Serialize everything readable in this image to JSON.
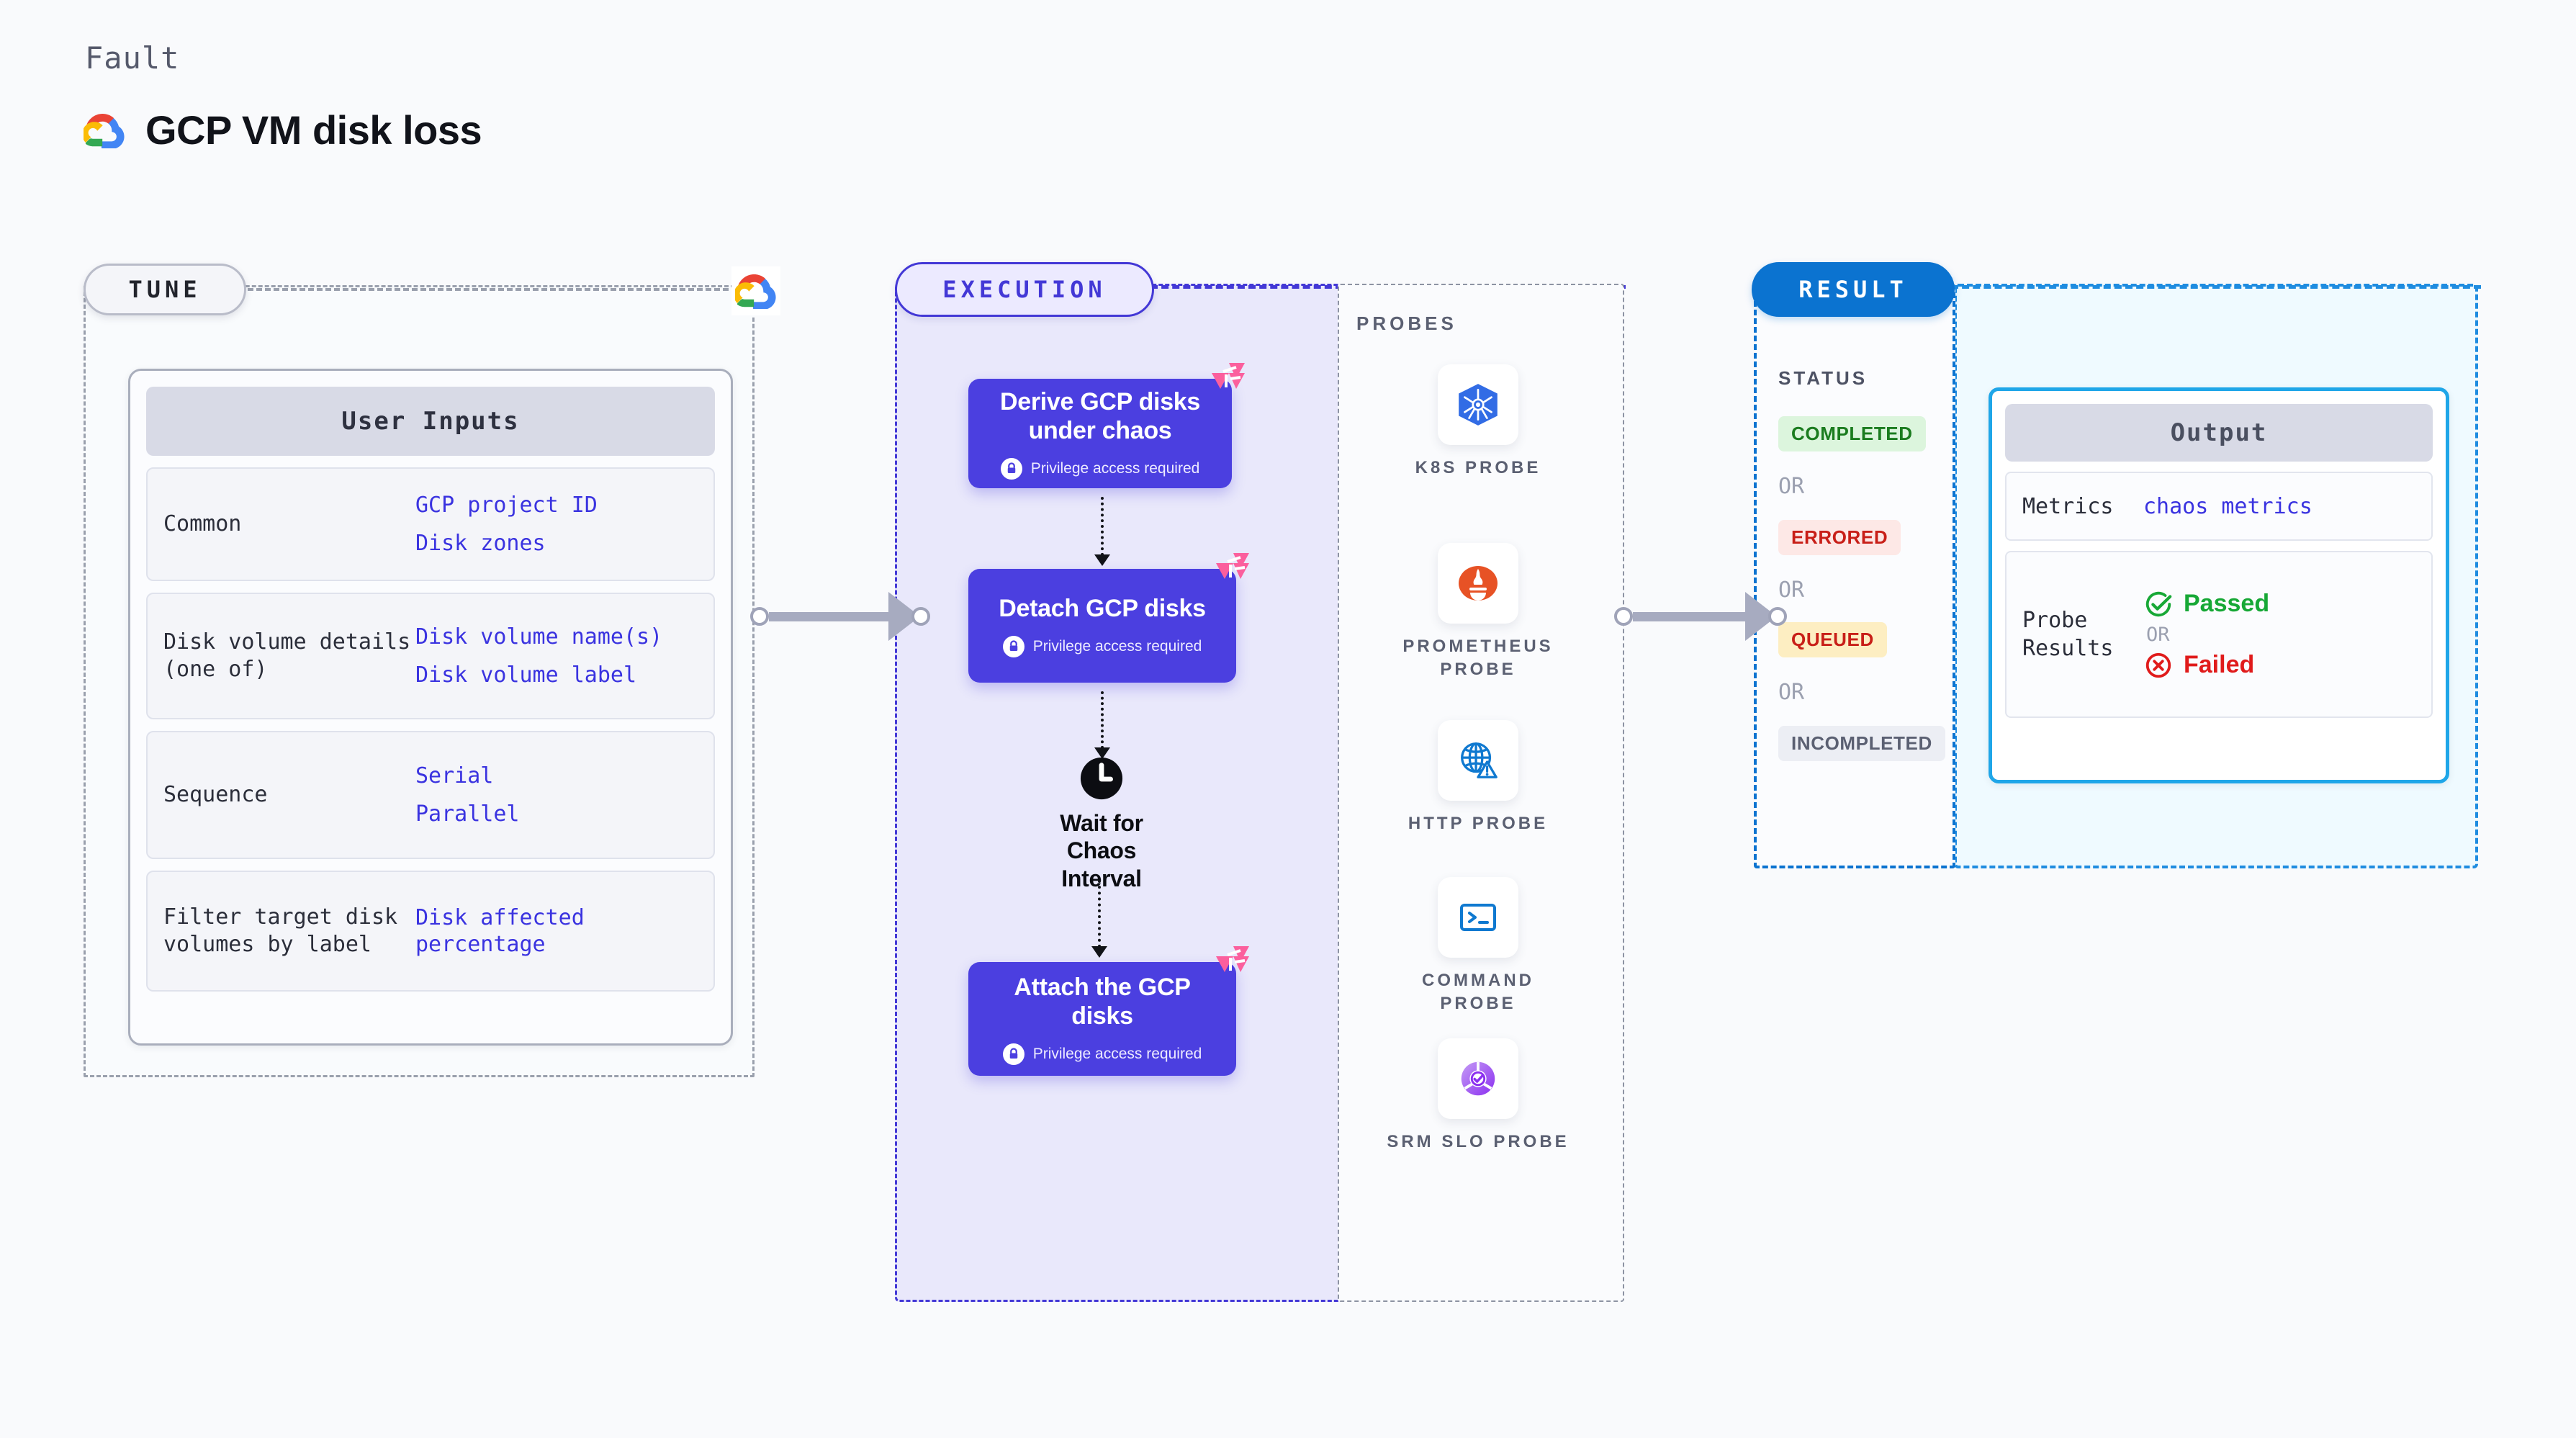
{
  "header": {
    "eyebrow": "Fault",
    "title": "GCP VM disk loss",
    "logo_icon": "gcp-cloud-logo"
  },
  "tune": {
    "pill_label": "TUNE",
    "provider_icon": "gcp-cloud-logo",
    "card_title": "User Inputs",
    "rows": [
      {
        "key": "Common",
        "values": [
          "GCP project ID",
          "Disk zones"
        ]
      },
      {
        "key": "Disk volume details (one of)",
        "values": [
          "Disk volume name(s)",
          "Disk volume label"
        ]
      },
      {
        "key": "Sequence",
        "values": [
          "Serial",
          "Parallel"
        ]
      },
      {
        "key": "Filter target disk volumes by label",
        "values": [
          "Disk affected percentage"
        ]
      }
    ]
  },
  "execution": {
    "pill_label": "EXECUTION",
    "steps": [
      {
        "title": "Derive GCP disks under chaos",
        "privilege": "Privilege access required",
        "lock_icon": "lock-icon",
        "badge_icon": "chaos-badge-icon"
      },
      {
        "title": "Detach GCP disks",
        "privilege": "Privilege access required",
        "lock_icon": "lock-icon",
        "badge_icon": "chaos-badge-icon"
      },
      {
        "title": "Attach the GCP disks",
        "privilege": "Privilege access required",
        "lock_icon": "lock-icon",
        "badge_icon": "chaos-badge-icon"
      }
    ],
    "wait": {
      "label": "Wait for Chaos Interval",
      "icon": "clock-icon"
    }
  },
  "probes": {
    "section_label": "PROBES",
    "items": [
      {
        "label": "K8S PROBE",
        "icon": "kubernetes-icon"
      },
      {
        "label": "PROMETHEUS PROBE",
        "icon": "prometheus-icon"
      },
      {
        "label": "HTTP PROBE",
        "icon": "globe-warning-icon"
      },
      {
        "label": "COMMAND PROBE",
        "icon": "terminal-icon"
      },
      {
        "label": "SRM SLO PROBE",
        "icon": "slo-donut-check-icon"
      }
    ]
  },
  "result": {
    "pill_label": "RESULT",
    "status_label": "STATUS",
    "or_label": "OR",
    "statuses": [
      "COMPLETED",
      "ERRORED",
      "QUEUED",
      "INCOMPLETED"
    ],
    "output": {
      "card_title": "Output",
      "metrics_key": "Metrics",
      "metrics_value": "chaos metrics",
      "probe_results_key": "Probe Results",
      "passed_label": "Passed",
      "failed_label": "Failed",
      "or_label": "OR",
      "passed_icon": "check-circle-icon",
      "failed_icon": "x-circle-icon"
    }
  },
  "colors": {
    "page_bg": "#f9fafc",
    "exec_accent": "#4338d6",
    "exec_fill": "#e9e8fb",
    "step_fill": "#4b3fe0",
    "result_accent": "#0b73d0",
    "output_accent": "#1fa6e8",
    "output_fill": "#effaff",
    "tune_border": "#9aa0ad",
    "chaos_pink": "#fb5f9d",
    "value_blue": "#3a33e0",
    "status_completed": "#1b7c1f",
    "status_errored": "#c81f18",
    "status_queued": "#c81f18",
    "status_incompleted": "#5b6072",
    "passed_green": "#17a836",
    "failed_red": "#e01b1b"
  }
}
